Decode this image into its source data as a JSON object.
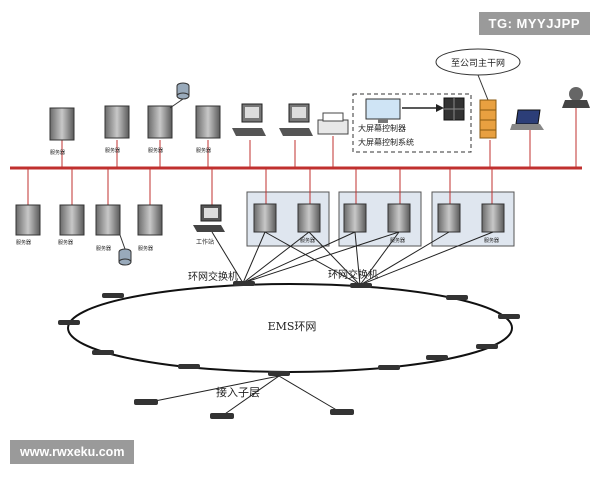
{
  "watermarks": {
    "top_right": "TG: MYYJJPP",
    "bottom_left": "www.rwxeku.com"
  },
  "labels": {
    "head_office": "至公司主干网",
    "controller_line1": "大屏幕控制器",
    "controller_line2": "大屏幕控制系统",
    "ring_switch_left": "环网交换机",
    "ring_switch_right": "环网交换机",
    "ring_name": "EMS环网",
    "access_layer": "接入子层",
    "workstation": "工作站",
    "server_generic": "服务器"
  },
  "colors": {
    "bus": "#c0302f",
    "lan_box_fill": "#dfe6ef",
    "firewall": "#e8a040"
  }
}
